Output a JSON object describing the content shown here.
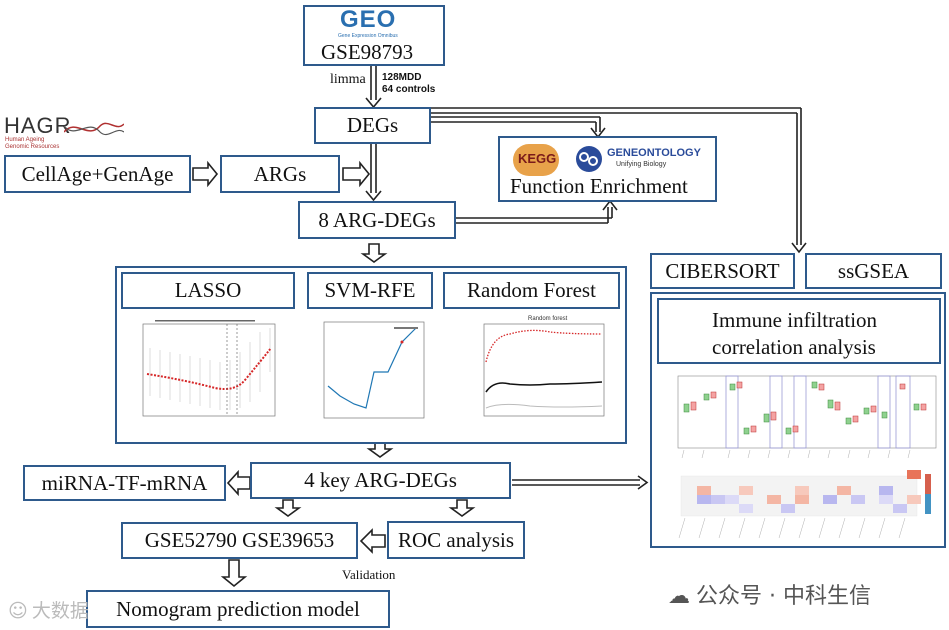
{
  "geo": {
    "logo_text": "GEO",
    "logo_subtitle": "Gene Expression Omnibus",
    "dataset": "GSE98793"
  },
  "limma_label": "limma",
  "samples": {
    "mdd": "128MDD",
    "controls": "64 controls"
  },
  "hagr": {
    "logo_text": "HAGR",
    "subtitle_line1": "Human Ageing",
    "subtitle_line2": "Genomic Resources"
  },
  "nodes": {
    "degs": "DEGs",
    "cellage": "CellAge+GenAge",
    "args": "ARGs",
    "arg_degs": "8 ARG-DEGs",
    "function_enrichment": "Function Enrichment",
    "lasso": "LASSO",
    "svm_rfe": "SVM-RFE",
    "random_forest": "Random Forest",
    "cibersort": "CIBERSORT",
    "ssgsea": "ssGSEA",
    "immune_line1": "Immune infiltration",
    "immune_line2": "correlation analysis",
    "key_arg_degs": "4 key ARG-DEGs",
    "mirna": "miRNA-TF-mRNA",
    "validation_sets": "GSE52790 GSE39653",
    "roc": "ROC analysis",
    "nomogram": "Nomogram prediction model"
  },
  "validation_label": "Validation",
  "kegg_logo_text": "KEGG",
  "go_logo": {
    "title": "GENEONTOLOGY",
    "subtitle": "Unifying Biology"
  },
  "random_forest_plot_title": "Random forest",
  "watermark_left": "大数据",
  "watermark_right": "公众号 · 中科生信",
  "colors": {
    "box_border": "#2e5a8c",
    "arrow": "#222222",
    "lasso_points": "#d62728",
    "svm_line": "#1f77b4",
    "heat_high": "#d6604d",
    "heat_low": "#4393c3"
  }
}
